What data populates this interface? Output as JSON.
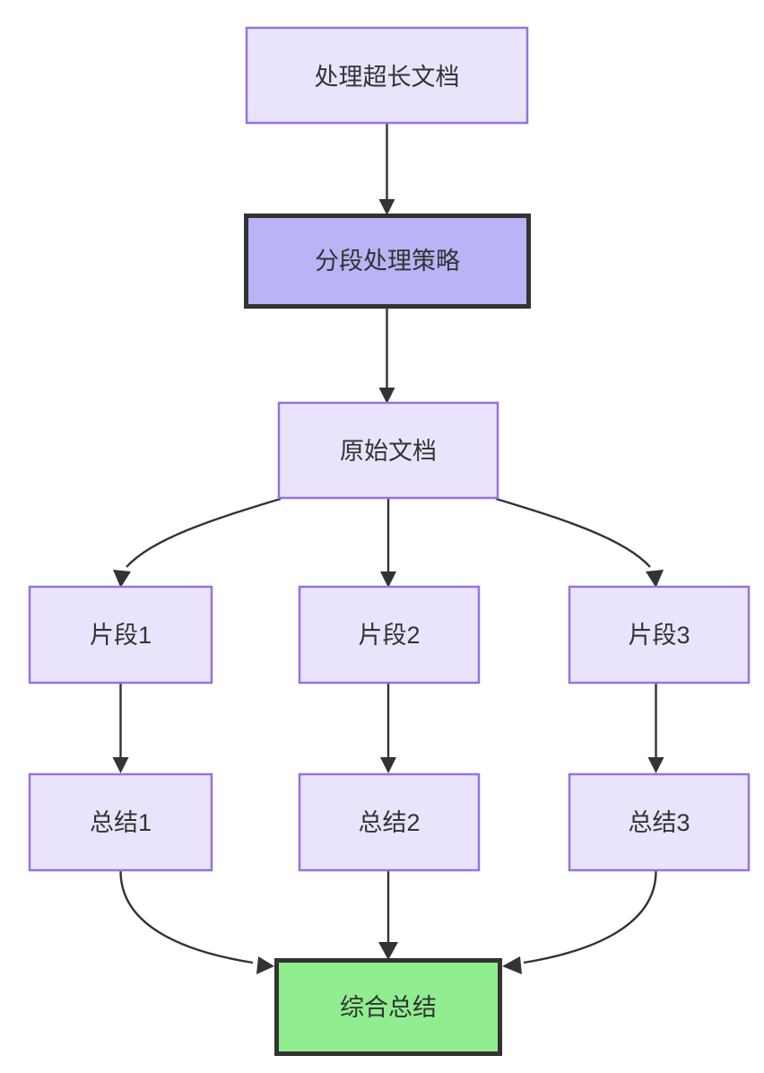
{
  "diagram": {
    "type": "flowchart",
    "direction": "top-to-bottom",
    "title": "",
    "background_color": "#ffffff",
    "styles": {
      "light_node_fill": "#e9e4fb",
      "light_node_border": "#9673de",
      "accent_node_fill": "#b8b4f5",
      "accent_node_border": "#333333",
      "green_node_fill": "#90ee90",
      "green_node_border": "#333333",
      "edge_color": "#333333",
      "text_color": "#333333"
    },
    "nodes": [
      {
        "id": "n1",
        "label": "处理超长文档",
        "style": "light"
      },
      {
        "id": "n2",
        "label": "分段处理策略",
        "style": "accent"
      },
      {
        "id": "n3",
        "label": "原始文档",
        "style": "light"
      },
      {
        "id": "n4",
        "label": "片段1",
        "style": "light"
      },
      {
        "id": "n5",
        "label": "片段2",
        "style": "light"
      },
      {
        "id": "n6",
        "label": "片段3",
        "style": "light"
      },
      {
        "id": "n7",
        "label": "总结1",
        "style": "light"
      },
      {
        "id": "n8",
        "label": "总结2",
        "style": "light"
      },
      {
        "id": "n9",
        "label": "总结3",
        "style": "light"
      },
      {
        "id": "n10",
        "label": "综合总结",
        "style": "green"
      }
    ],
    "edges": [
      {
        "from": "n1",
        "to": "n2",
        "label": ""
      },
      {
        "from": "n2",
        "to": "n3",
        "label": ""
      },
      {
        "from": "n3",
        "to": "n4",
        "label": ""
      },
      {
        "from": "n3",
        "to": "n5",
        "label": ""
      },
      {
        "from": "n3",
        "to": "n6",
        "label": ""
      },
      {
        "from": "n4",
        "to": "n7",
        "label": ""
      },
      {
        "from": "n5",
        "to": "n8",
        "label": ""
      },
      {
        "from": "n6",
        "to": "n9",
        "label": ""
      },
      {
        "from": "n7",
        "to": "n10",
        "label": ""
      },
      {
        "from": "n8",
        "to": "n10",
        "label": ""
      },
      {
        "from": "n9",
        "to": "n10",
        "label": ""
      }
    ]
  }
}
